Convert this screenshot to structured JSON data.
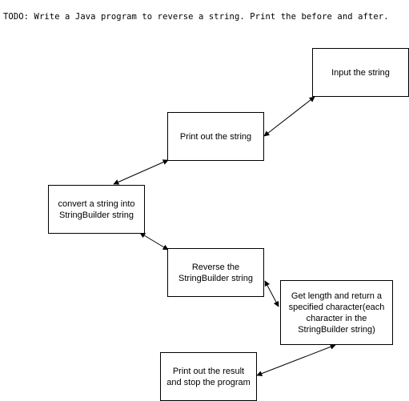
{
  "todo": "TODO: Write a Java program to reverse a string. Print the before and after.",
  "nodes": {
    "input": "Input the string",
    "print_original": "Print out the string",
    "convert": "convert a string into\nStringBuilder string",
    "reverse": "Reverse the\nStringBuilder string",
    "char_at": "Get length and return a\nspecified character(each\ncharacter in the\nStringBuilder string)",
    "print_result": "Print out the result\nand stop the program"
  },
  "edges": [
    {
      "from": "input",
      "to": "print_original",
      "direction": "both"
    },
    {
      "from": "print_original",
      "to": "convert",
      "direction": "both"
    },
    {
      "from": "convert",
      "to": "reverse",
      "direction": "both"
    },
    {
      "from": "reverse",
      "to": "char_at",
      "direction": "both"
    },
    {
      "from": "char_at",
      "to": "print_result",
      "direction": "both"
    }
  ],
  "colors": {
    "stroke": "#000000",
    "fill": "#ffffff"
  }
}
